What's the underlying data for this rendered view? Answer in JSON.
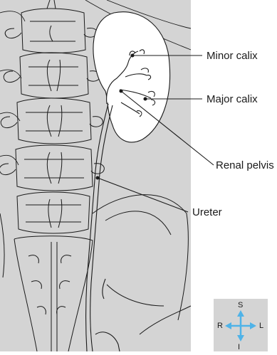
{
  "labels": {
    "minor_calix": "Minor calix",
    "major_calix": "Major calix",
    "renal_pelvis": "Renal pelvis",
    "ureter": "Ureter"
  },
  "compass": {
    "superior": "S",
    "inferior": "I",
    "right": "R",
    "left": "L"
  },
  "colors": {
    "background_panel": "#d4d4d4",
    "kidney_fill": "#ffffff",
    "line": "#1a1a1a",
    "compass_arrow": "#4fb3e8",
    "compass_box": "#d4d4d4"
  }
}
